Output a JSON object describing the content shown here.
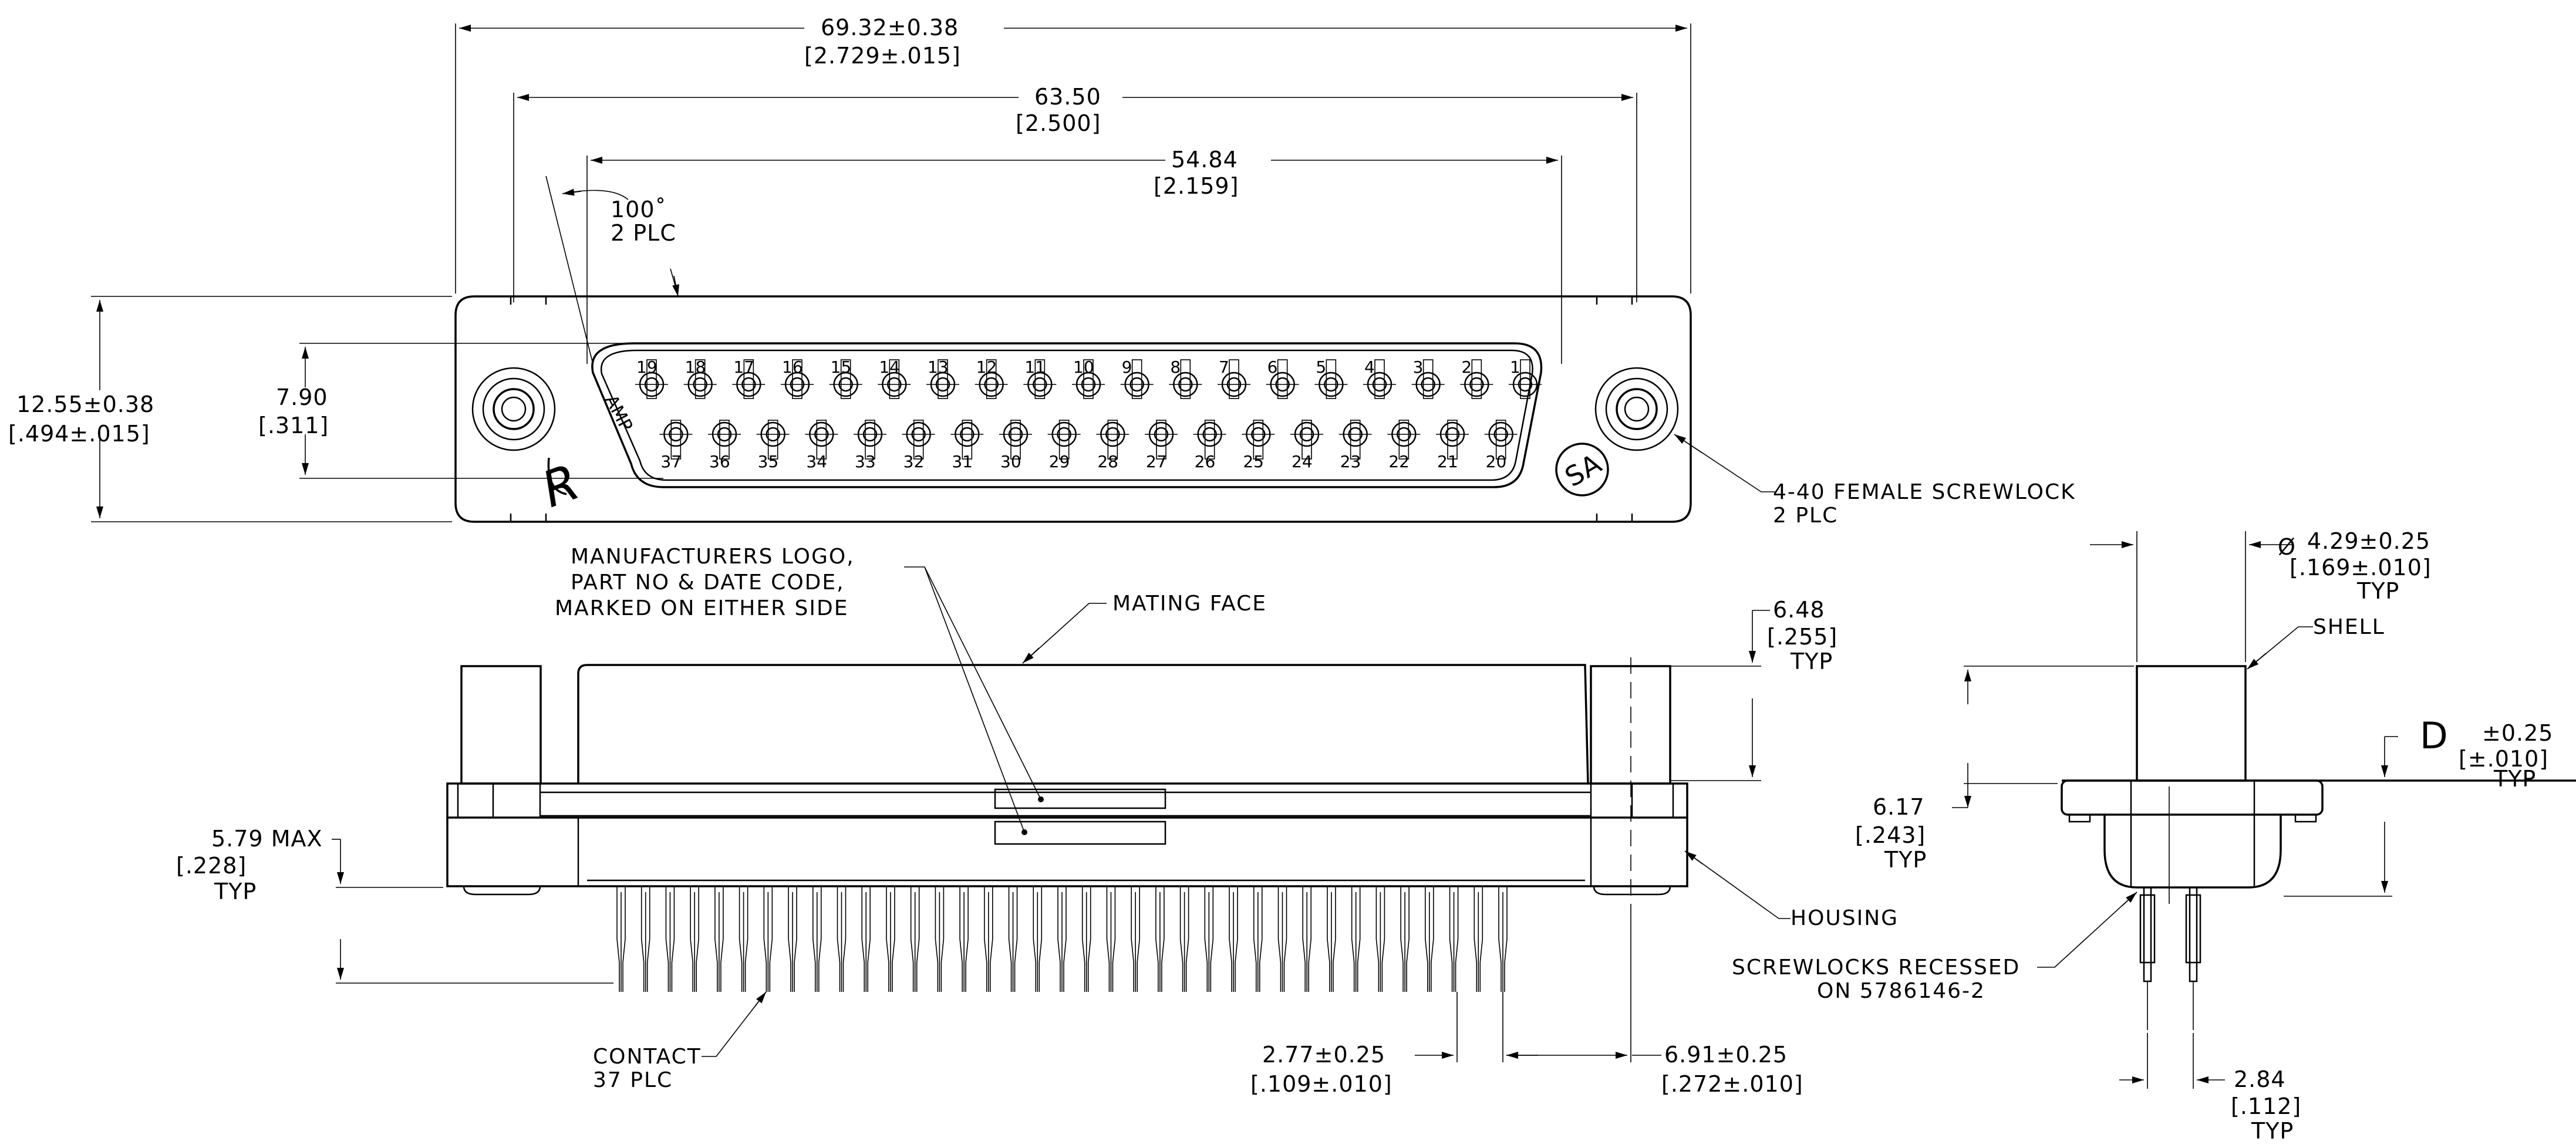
{
  "dimensions": {
    "overall_width": "69.32±0.38",
    "overall_width_in": "[2.729±.015]",
    "screw_spacing": "63.50",
    "screw_spacing_in": "[2.500]",
    "shell_width": "54.84",
    "shell_width_in": "[2.159]",
    "angle": "100˚",
    "angle_qty": "2 PLC",
    "overall_height": "12.55±0.38",
    "overall_height_in": "[.494±.015]",
    "shell_height": "7.90",
    "shell_height_in": "[.311]",
    "screwlock_height": "6.48",
    "screwlock_height_in": "[.255]",
    "screwlock_height_typ": "TYP",
    "tail_length": "5.79 MAX",
    "tail_length_in": "[.228]",
    "tail_length_typ": "TYP",
    "row_pitch": "2.77±0.25",
    "row_pitch_in": "[.109±.010]",
    "end_offset": "6.91±0.25",
    "end_offset_in": "[.272±.010]",
    "hole_dia_symbol": "Ø",
    "hole_dia": "4.29±0.25",
    "hole_dia_in": "[.169±.010]",
    "hole_dia_typ": "TYP",
    "flange_height": "6.17",
    "flange_height_in": "[.243]",
    "flange_height_typ": "TYP",
    "d_label": "D",
    "d_tol": "±0.25",
    "d_tol_in": "[±.010]",
    "d_typ": "TYP",
    "row_spacing": "2.84",
    "row_spacing_in": "[.112]",
    "row_spacing_typ": "TYP"
  },
  "callouts": {
    "screwlock_line1": "4-40 FEMALE SCREWLOCK",
    "screwlock_line2": "2 PLC",
    "logo_line1": "MANUFACTURERS LOGO,",
    "logo_line2": "PART NO & DATE CODE,",
    "logo_line3": "MARKED ON EITHER SIDE",
    "mating_face": "MATING FACE",
    "housing": "HOUSING",
    "recessed_line1": "SCREWLOCKS RECESSED",
    "recessed_line2": "ON 5786146-2",
    "contact_line1": "CONTACT",
    "contact_line2": "37 PLC",
    "shell": "SHELL"
  },
  "marks": {
    "amp": "AMP",
    "ul": "R",
    "csa": "SA"
  },
  "pins": {
    "top_row": [
      "19",
      "18",
      "17",
      "16",
      "15",
      "14",
      "13",
      "12",
      "11",
      "10",
      "9",
      "8",
      "7",
      "6",
      "5",
      "4",
      "3",
      "2",
      "1"
    ],
    "bottom_row": [
      "37",
      "36",
      "35",
      "34",
      "33",
      "32",
      "31",
      "30",
      "29",
      "28",
      "27",
      "26",
      "25",
      "24",
      "23",
      "22",
      "21",
      "20"
    ]
  }
}
